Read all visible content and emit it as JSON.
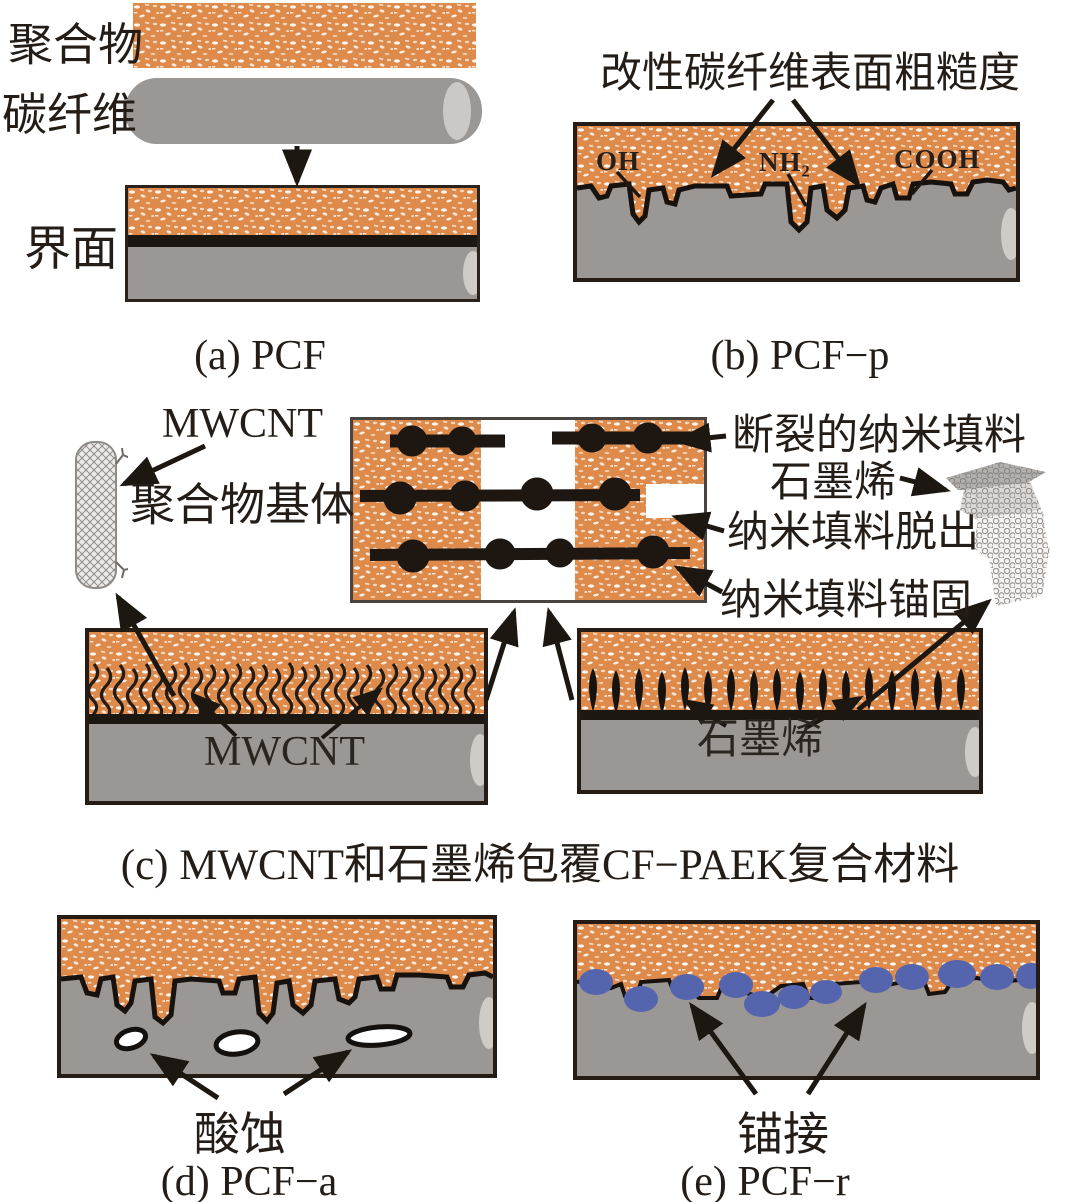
{
  "figure": {
    "description_domain": "carbon-fiber composite interface modification schematic",
    "colors": {
      "polymer_orange": "#dd8a4b",
      "fiber_gray": "#9b9795",
      "interface_black": "#1d1711",
      "nanoparticle_blue": "#5565ad"
    },
    "panels": {
      "a": {
        "polymer_label": "聚合物",
        "fiber_label": "碳纤维",
        "interface_label": "界面",
        "caption": "(a) PCF"
      },
      "b": {
        "title": "改性碳纤维表面粗糙度",
        "group_oh": "OH",
        "group_nh2": "NH₂",
        "group_cooh": "COOH",
        "caption": "(b) PCF−p"
      },
      "c": {
        "mwcnt_label": "MWCNT",
        "matrix_label": "聚合物基体",
        "fractured_label": "断裂的纳米填料",
        "graphene_label": "石墨烯",
        "pullout_label": "纳米填料脱出",
        "anchored_label": "纳米填料锚固",
        "mwcnt_block_label": "MWCNT",
        "graphene_block_label": "石墨烯",
        "caption": "(c) MWCNT和石墨烯包覆CF−PAEK复合材料"
      },
      "d": {
        "acid_label": "酸蚀",
        "caption": "(d) PCF−a"
      },
      "e": {
        "anchor_label": "锚接",
        "caption": "(e) PCF−r"
      }
    }
  }
}
